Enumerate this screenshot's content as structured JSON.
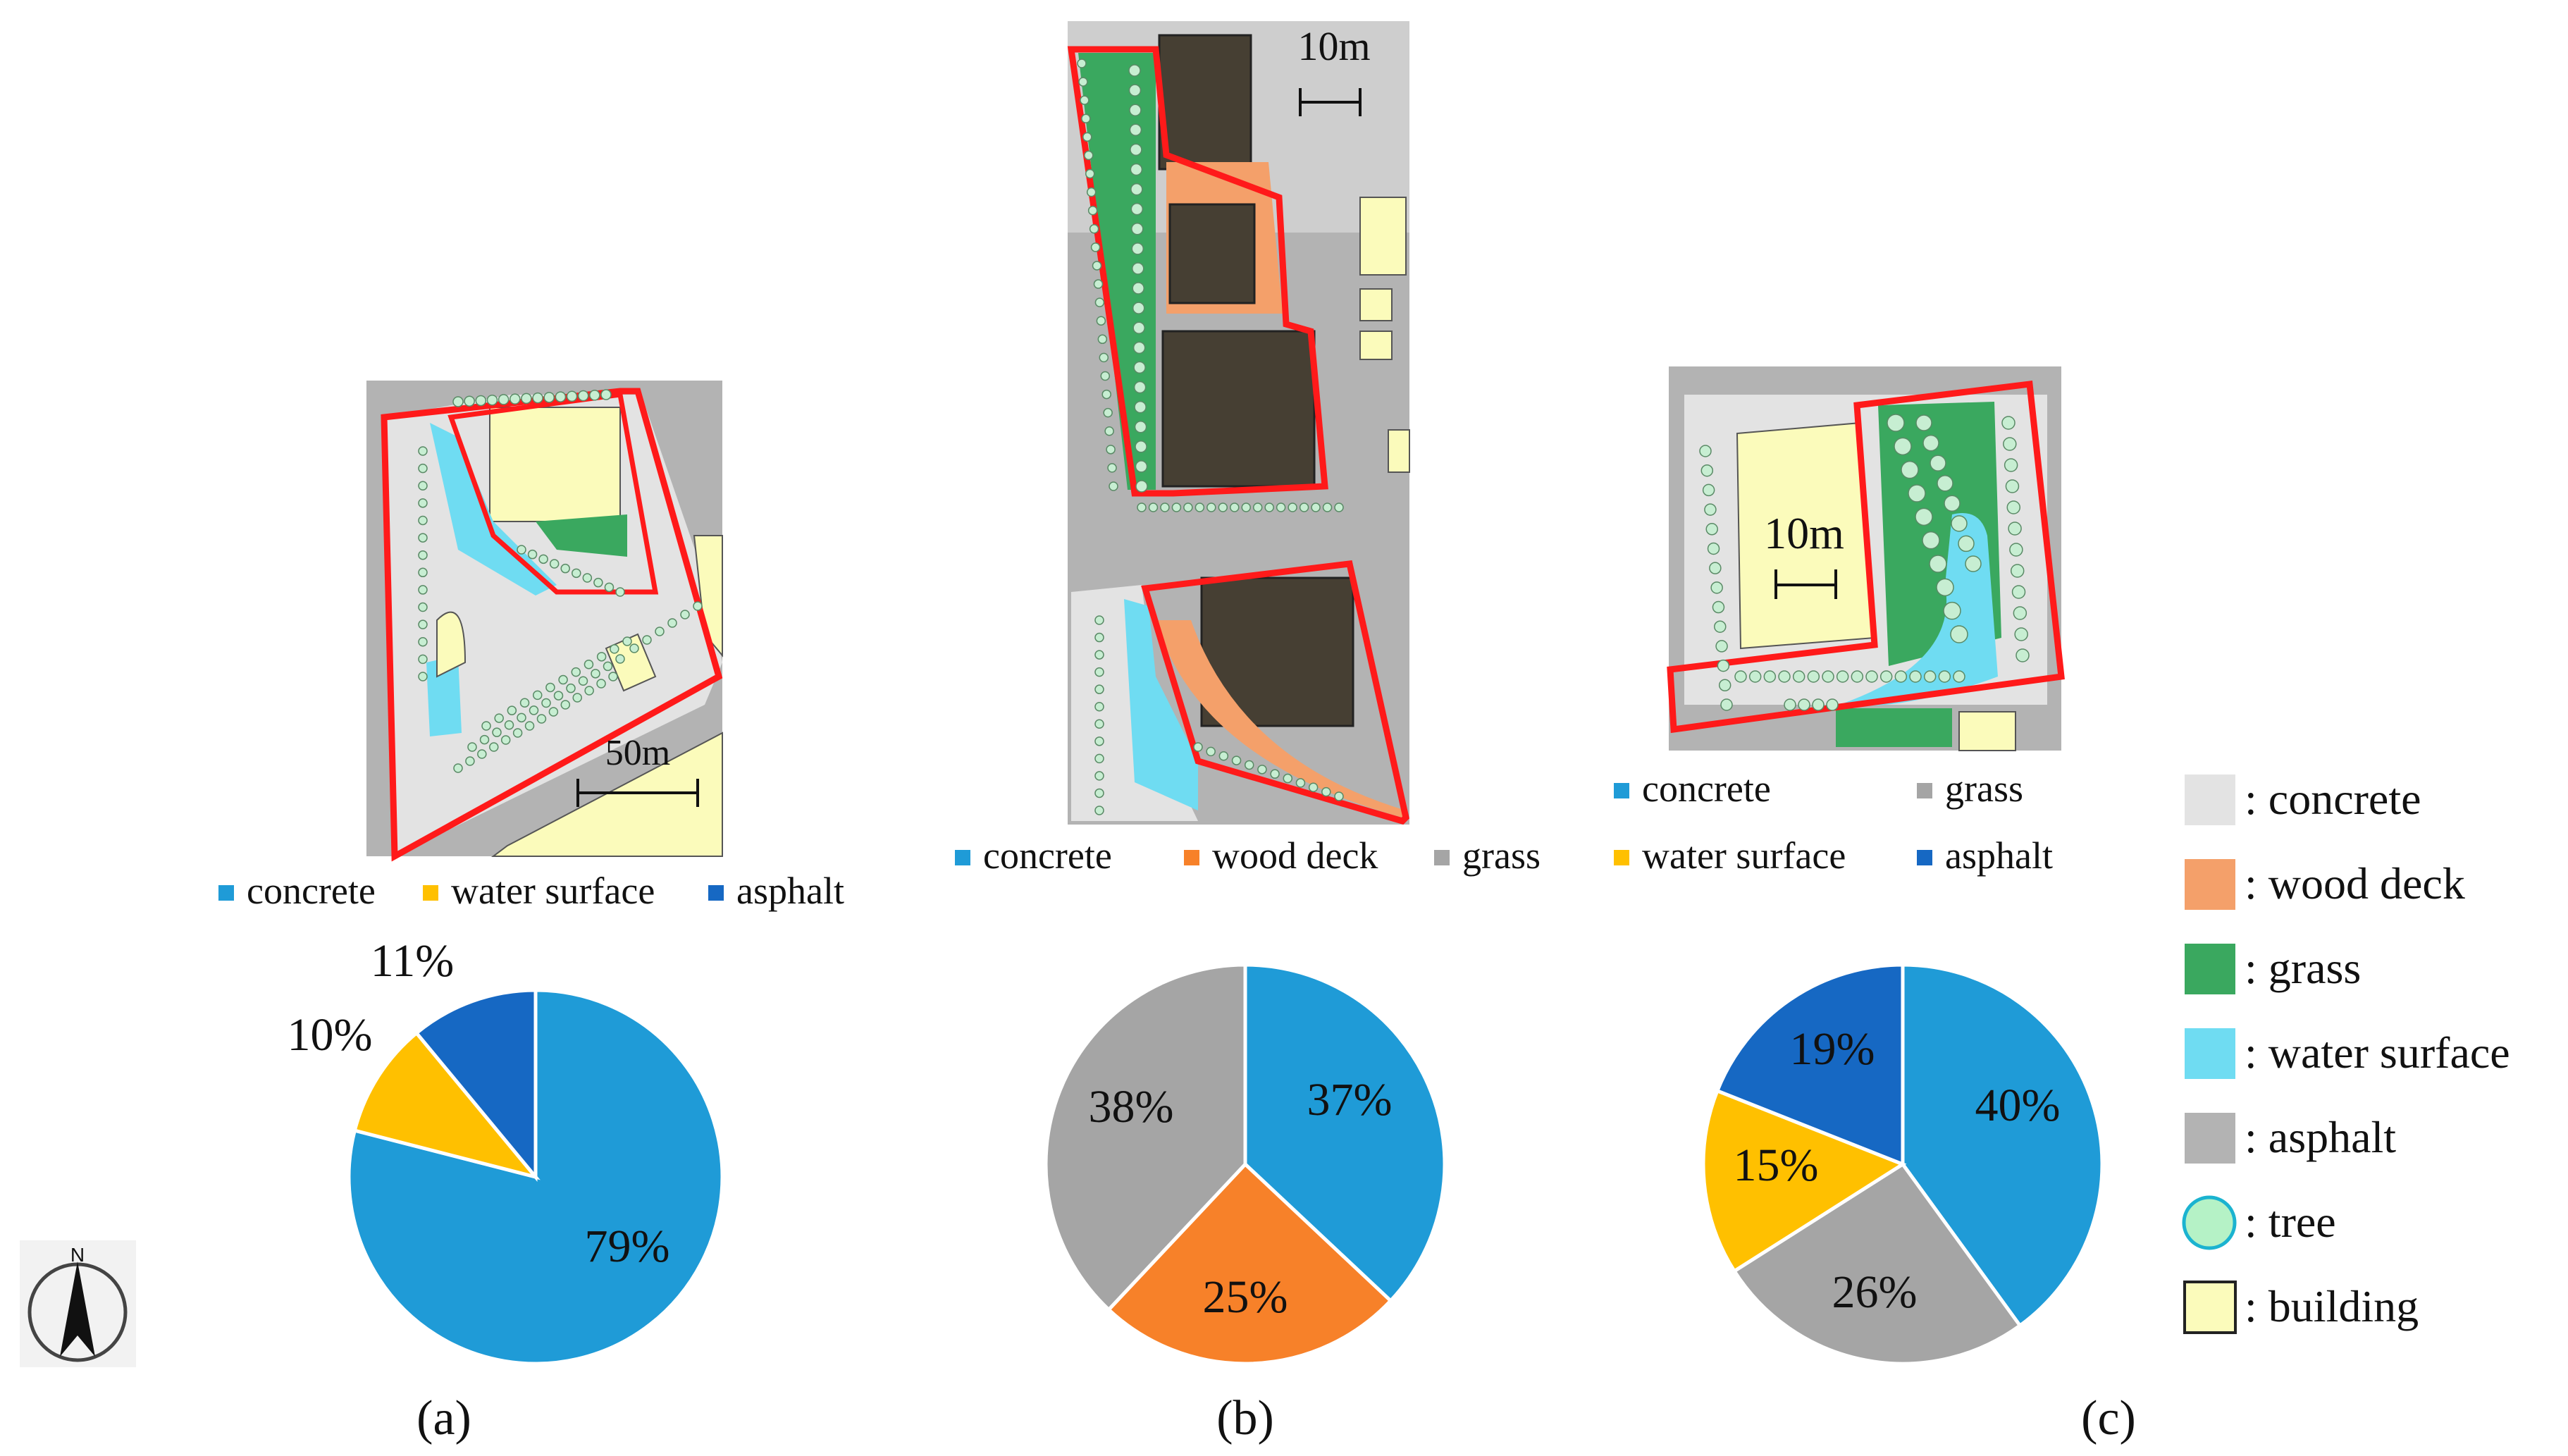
{
  "panels": [
    {
      "label": "(a)",
      "label_letter": "a",
      "scale_label": "50m"
    },
    {
      "label": "(b)",
      "label_letter": "b",
      "scale_label": "10m"
    },
    {
      "label": "(c)",
      "label_letter": "c",
      "scale_label": "10m"
    }
  ],
  "compass_label": "N",
  "map_legend": {
    "items": [
      {
        "label": ": concrete",
        "color": "#e3e3e3",
        "shape": "square"
      },
      {
        "label": ": wood deck",
        "color": "#f4a06a",
        "shape": "square"
      },
      {
        "label": ": grass",
        "color": "#3aa85f",
        "shape": "square"
      },
      {
        "label": ": water surface",
        "color": "#6fdcf2",
        "shape": "square"
      },
      {
        "label": ": asphalt",
        "color": "#b3b3b3",
        "shape": "square"
      },
      {
        "label": ": tree",
        "color": "#b5f2c6",
        "shape": "circle",
        "stroke": "#1bb3d0"
      },
      {
        "label": ": building",
        "color": "#fbfbbb",
        "shape": "square",
        "stroke": "#222222"
      }
    ]
  },
  "colors": {
    "concrete": "#1f9bd7",
    "water_surface": "#ffc000",
    "asphalt": "#1668c3",
    "wood_deck": "#f78129",
    "grass": "#a5a5a5",
    "boundary": "#ff1a1a",
    "dark_building": "#463f33",
    "map_asphalt": "#b3b3b3",
    "map_concrete": "#e3e3e3",
    "map_building": "#fbfbbb",
    "map_grass": "#3aa85f",
    "map_water": "#6fdcf2",
    "map_deck": "#f4a06a",
    "map_tree": "#c7eed2"
  },
  "chart_data": [
    {
      "type": "pie",
      "panel": "(a)",
      "legend": [
        "concrete",
        "water surface",
        "asphalt"
      ],
      "legend_placement": "top",
      "slices": [
        {
          "name": "concrete",
          "value": 79,
          "label": "79%",
          "color": "#1f9bd7"
        },
        {
          "name": "water surface",
          "value": 10,
          "label": "10%",
          "color": "#ffc000"
        },
        {
          "name": "asphalt",
          "value": 11,
          "label": "11%",
          "color": "#1668c3"
        }
      ]
    },
    {
      "type": "pie",
      "panel": "(b)",
      "legend": [
        "concrete",
        "wood deck",
        "grass"
      ],
      "legend_placement": "top",
      "slices": [
        {
          "name": "concrete",
          "value": 37,
          "label": "37%",
          "color": "#1f9bd7"
        },
        {
          "name": "wood deck",
          "value": 25,
          "label": "25%",
          "color": "#f78129"
        },
        {
          "name": "grass",
          "value": 38,
          "label": "38%",
          "color": "#a5a5a5"
        }
      ]
    },
    {
      "type": "pie",
      "panel": "(c)",
      "legend": [
        "concrete",
        "grass",
        "water surface",
        "asphalt"
      ],
      "legend_placement": "top",
      "slices": [
        {
          "name": "concrete",
          "value": 40,
          "label": "40%",
          "color": "#1f9bd7"
        },
        {
          "name": "grass",
          "value": 26,
          "label": "26%",
          "color": "#a5a5a5"
        },
        {
          "name": "water surface",
          "value": 15,
          "label": "15%",
          "color": "#ffc000"
        },
        {
          "name": "asphalt",
          "value": 19,
          "label": "19%",
          "color": "#1668c3"
        }
      ]
    }
  ]
}
